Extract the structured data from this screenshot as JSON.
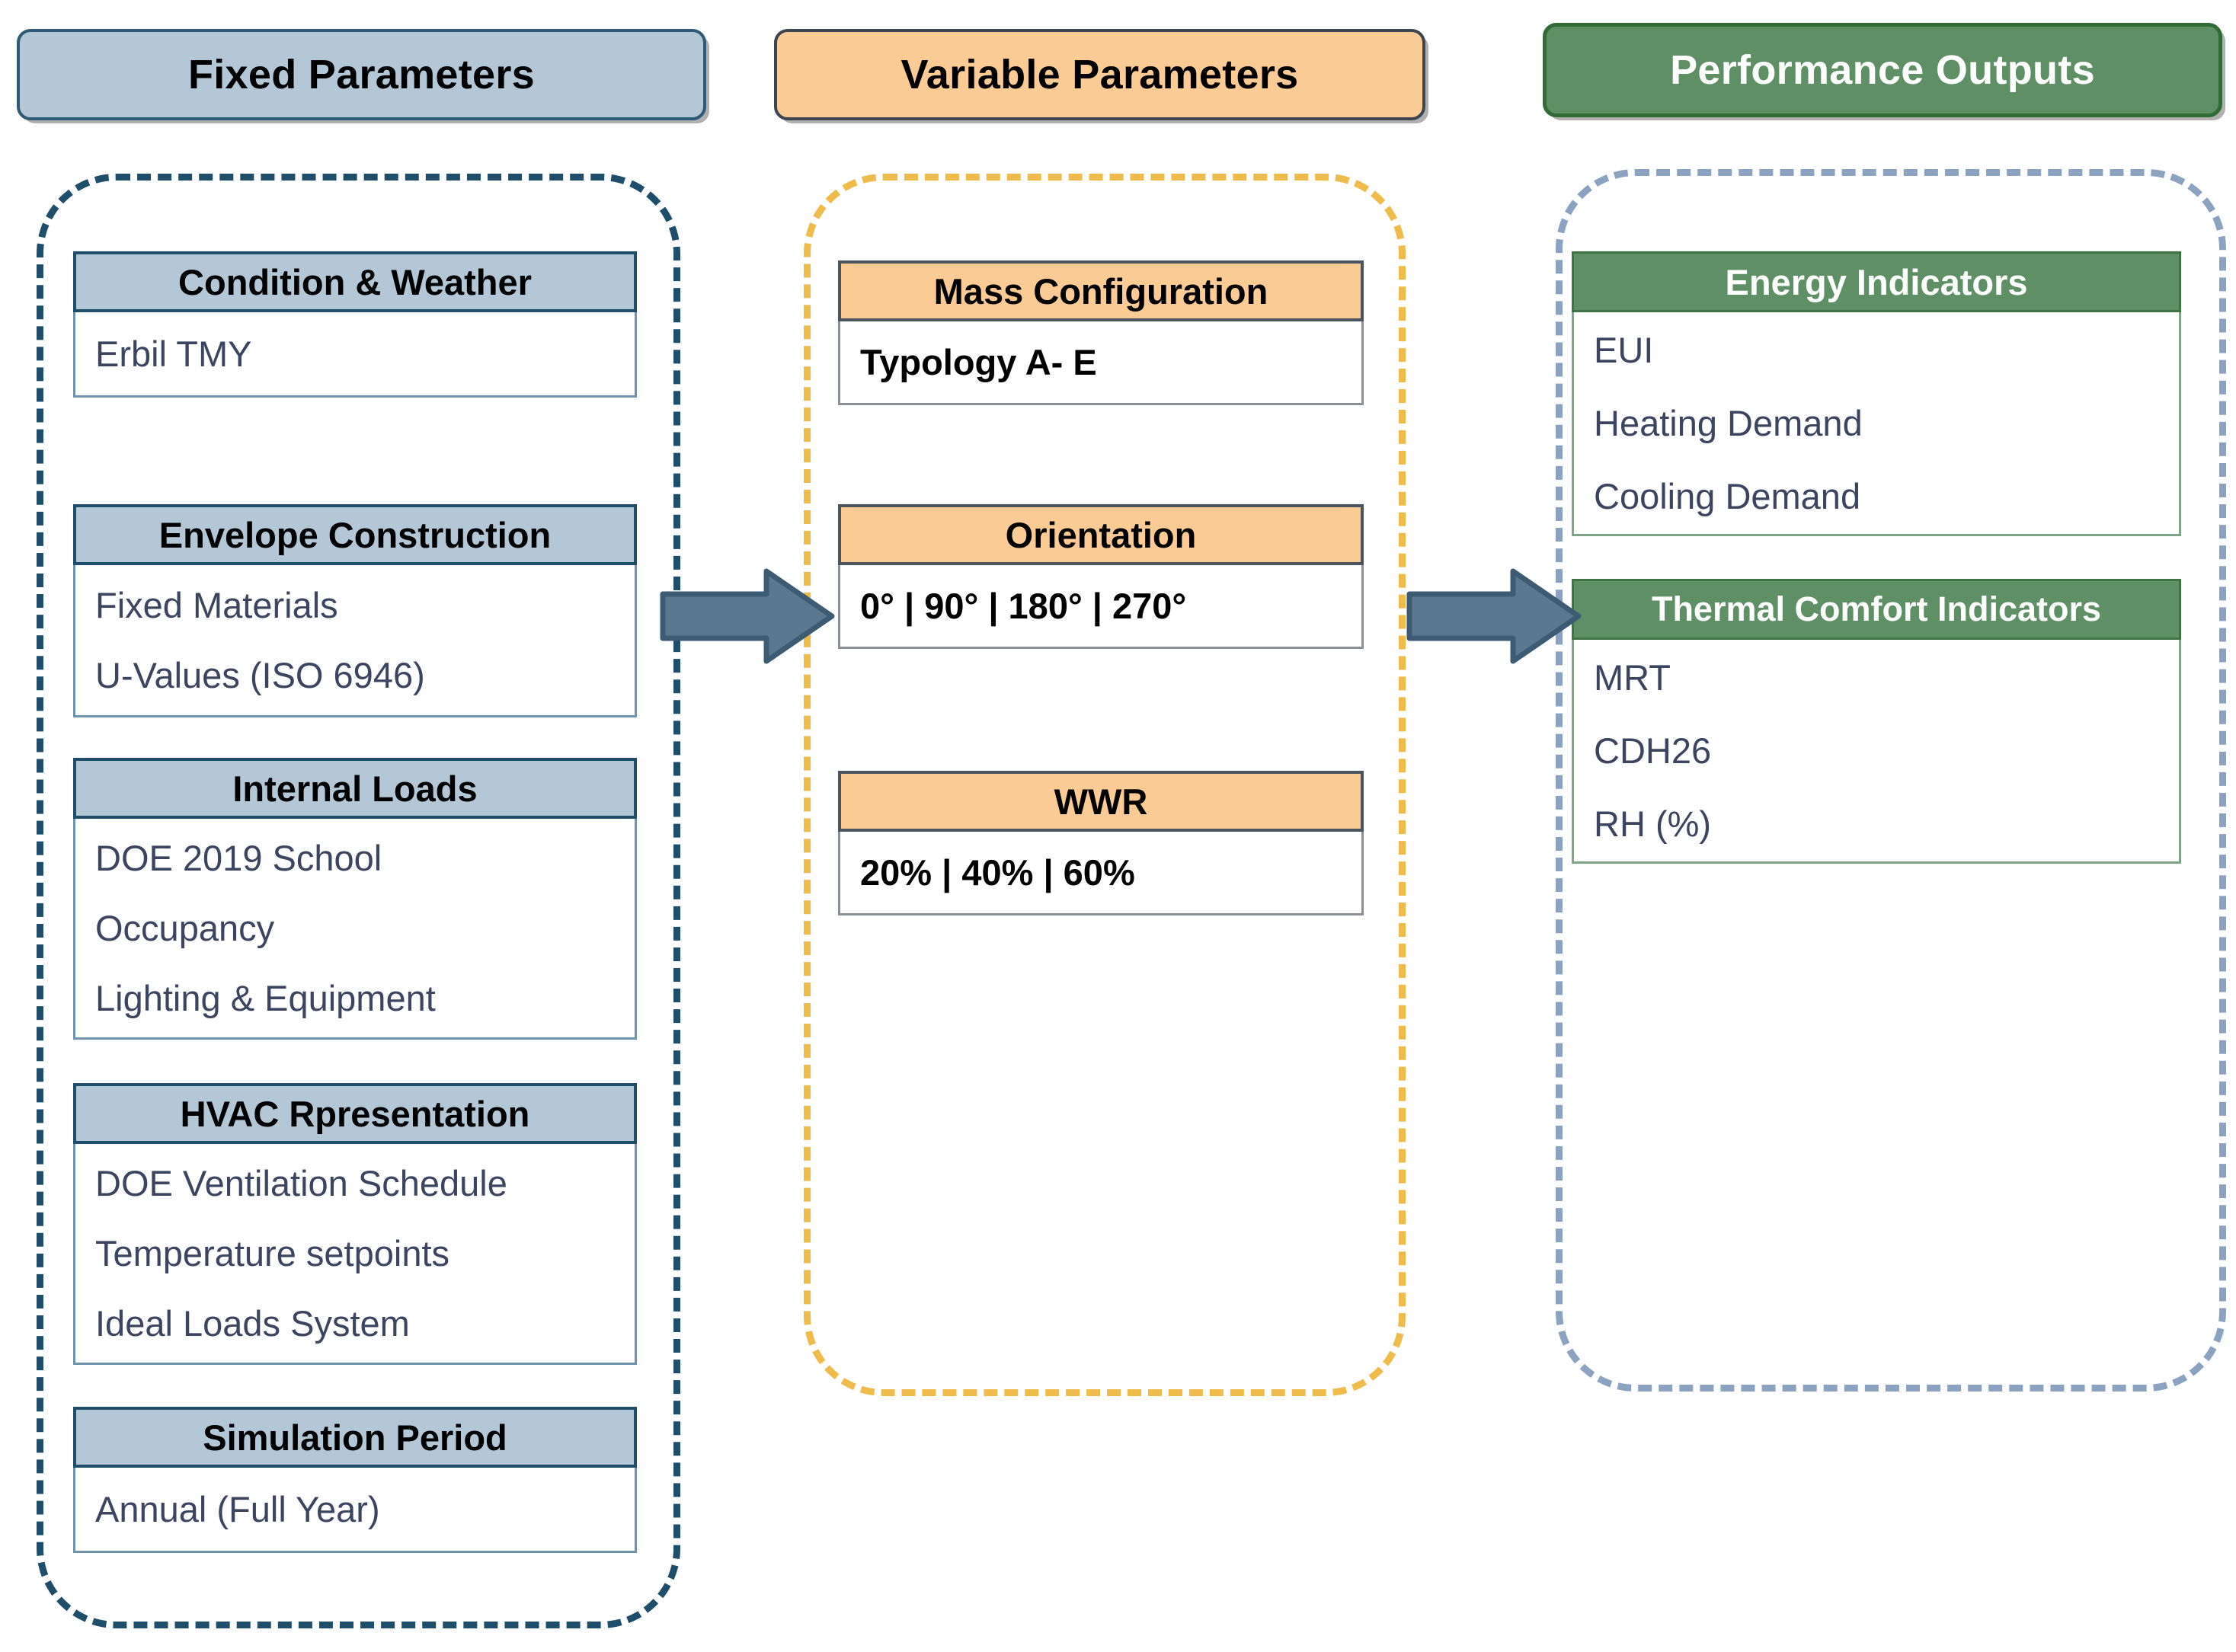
{
  "diagram": {
    "title": "Simulation workflow: fixed parameters, variable parameters, performance outputs",
    "colors": {
      "fixed_accent": "#B4C7D6",
      "fixed_border": "#1F4E6B",
      "variable_accent": "#FBCB96",
      "variable_border": "#EFBC4B",
      "output_accent": "#5F9065",
      "output_border": "#8BA3C0",
      "arrow": "#5B7891",
      "arrow_stroke": "#3D5B72",
      "body_text": "#3B4560"
    }
  },
  "columns": {
    "fixed": {
      "header": "Fixed Parameters",
      "cards": [
        {
          "title": "Condition & Weather",
          "lines": [
            "Erbil TMY"
          ]
        },
        {
          "title": "Envelope Construction",
          "lines": [
            "Fixed Materials",
            "U-Values (ISO 6946)"
          ]
        },
        {
          "title": "Internal Loads",
          "lines": [
            "DOE 2019 School",
            "Occupancy",
            "Lighting & Equipment"
          ]
        },
        {
          "title": "HVAC Rpresentation",
          "lines": [
            "DOE Ventilation Schedule",
            "Temperature setpoints",
            "Ideal Loads System"
          ]
        },
        {
          "title": "Simulation Period",
          "lines": [
            "Annual (Full Year)"
          ]
        }
      ]
    },
    "variable": {
      "header": "Variable Parameters",
      "cards": [
        {
          "title": "Mass Configuration",
          "lines": [
            "Typology A- E"
          ]
        },
        {
          "title": "Orientation",
          "lines": [
            "0° | 90° | 180° | 270°"
          ]
        },
        {
          "title": "WWR",
          "lines": [
            "20% | 40% | 60%"
          ]
        }
      ]
    },
    "outputs": {
      "header": "Performance Outputs",
      "cards": [
        {
          "title": "Energy Indicators",
          "lines": [
            "EUI",
            "Heating Demand",
            "Cooling Demand"
          ]
        },
        {
          "title": "Thermal Comfort Indicators",
          "lines": [
            "MRT",
            "CDH26",
            "RH (%)"
          ]
        }
      ]
    }
  },
  "connectors": [
    {
      "name": "arrow-fixed-to-variable",
      "direction": "right"
    },
    {
      "name": "arrow-variable-to-outputs",
      "direction": "right"
    }
  ]
}
